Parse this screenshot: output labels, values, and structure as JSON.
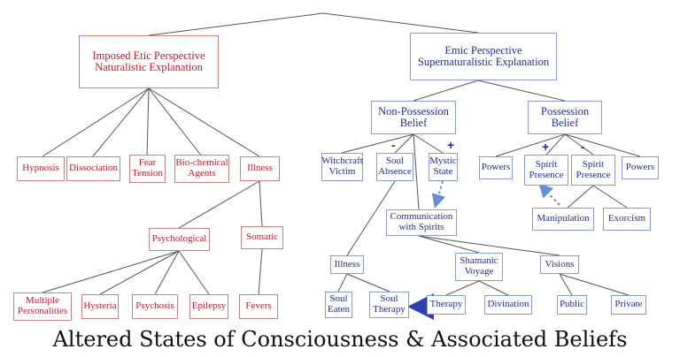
{
  "title": "Altered States of Consciousness & Associated Beliefs",
  "nodes": {
    "etic": "Imposed Etic Perspective\nNaturalistic Explanation",
    "emic": "Emic Perspective\nSupernaturalistic Explanation",
    "hypnosis": "Hypnosis",
    "dissociation": "Dissociation",
    "fear_tension": "Fear\nTension",
    "biochemical": "Bio-chemical\nAgents",
    "illness_left": "Illness",
    "psychological": "Psychological",
    "somatic": "Somatic",
    "multiple_personalities": "Multiple\nPersonalities",
    "hysteria": "Hysteria",
    "psychosis": "Psychosis",
    "epilepsy": "Epilepsy",
    "fevers": "Fevers",
    "non_possession": "Non-Possession\nBelief",
    "possession": "Possession\nBelief",
    "witchcraft": "Witchcraft\nVictim",
    "soul_absence": "Soul\nAbsence",
    "mystic_state": "Mystic\nState",
    "powers_1": "Powers",
    "spirit_presence_plus": "Spirit\nPresence",
    "spirit_presence_minus": "Spirit\nPresence",
    "powers_2": "Powers",
    "communication": "Communication\nwith Spirits",
    "manipulation": "Manipulation",
    "exorcism": "Exorcism",
    "illness_right": "Illness",
    "shamanic_voyage": "Shamanic\nVoyage",
    "visions": "Visions",
    "soul_eaten": "Soul\nEaten",
    "soul_therapy": "Soul\nTherapy",
    "therapy": "Therapy",
    "divination": "Divination",
    "public": "Public",
    "private": "Private"
  },
  "signs": {
    "soul_absence": "-",
    "mystic_state": "+",
    "spirit_presence_plus": "+",
    "spirit_presence_minus": "-"
  },
  "colors": {
    "etic_text": "#b22030",
    "etic_border": "#c98080",
    "emic_text": "#1e2f8c",
    "emic_border": "#8a9ad8",
    "connector": "#555555"
  }
}
